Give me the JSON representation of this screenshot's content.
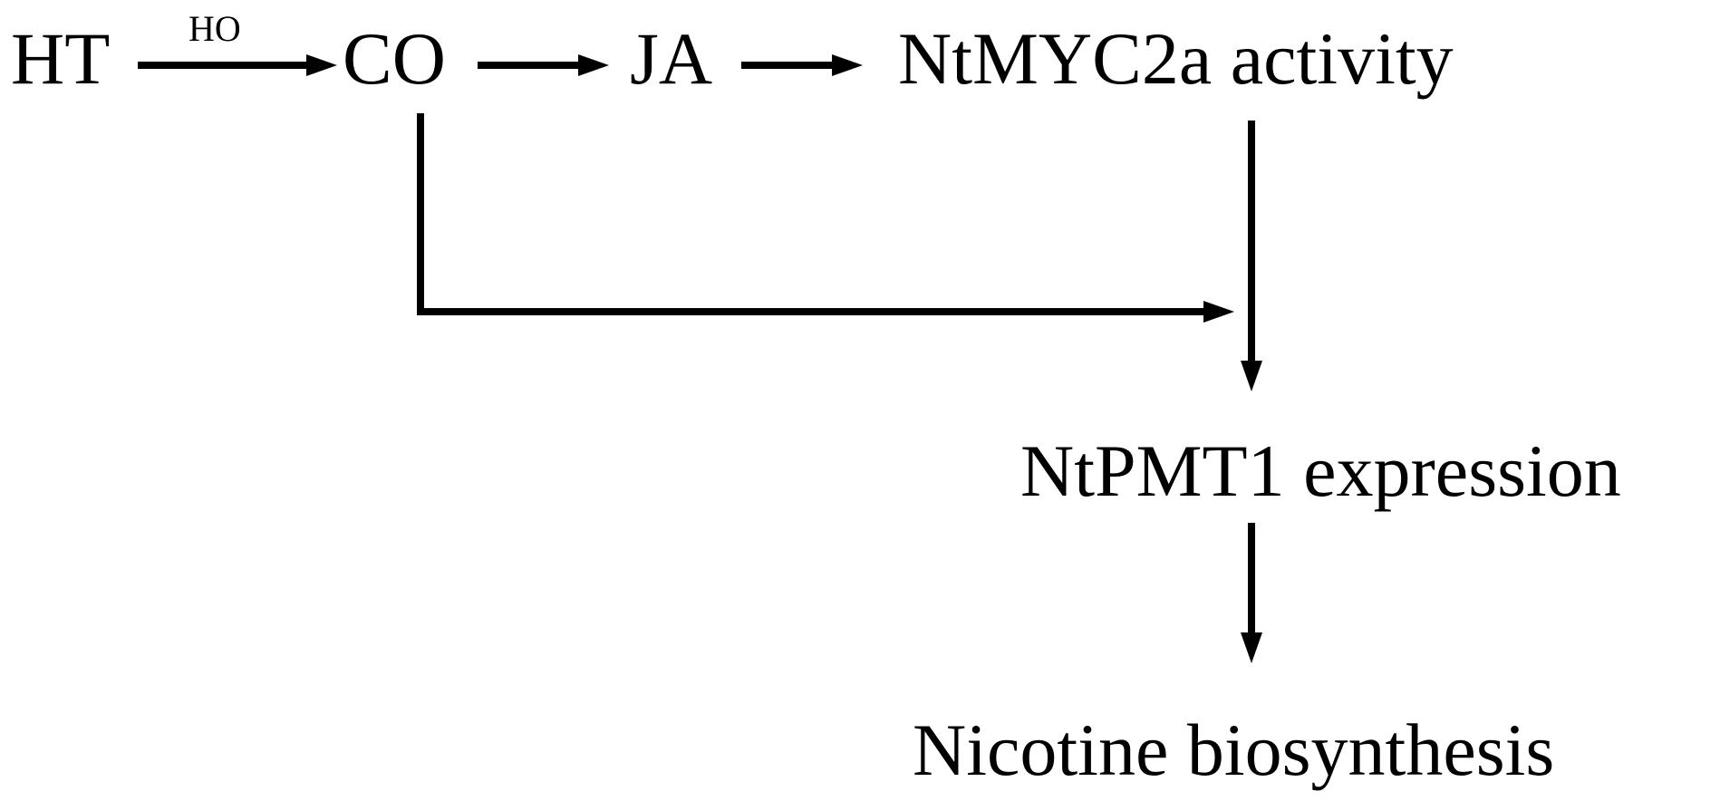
{
  "diagram": {
    "nodes": {
      "ht": "HT",
      "co": "CO",
      "ja": "JA",
      "ntmyc2a": "NtMYC2a activity",
      "ntpmt1": "NtPMT1 expression",
      "nicotine": "Nicotine biosynthesis"
    },
    "edge_labels": {
      "ht_to_co": "HO"
    },
    "edges": [
      {
        "from": "ht",
        "to": "co",
        "label": "HO"
      },
      {
        "from": "co",
        "to": "ja"
      },
      {
        "from": "ja",
        "to": "ntmyc2a"
      },
      {
        "from": "ntmyc2a",
        "to": "ntpmt1"
      },
      {
        "from": "co",
        "to": "ntpmt1"
      },
      {
        "from": "ntpmt1",
        "to": "nicotine"
      }
    ],
    "colors": {
      "ink": "#000000",
      "background": "#ffffff"
    }
  }
}
